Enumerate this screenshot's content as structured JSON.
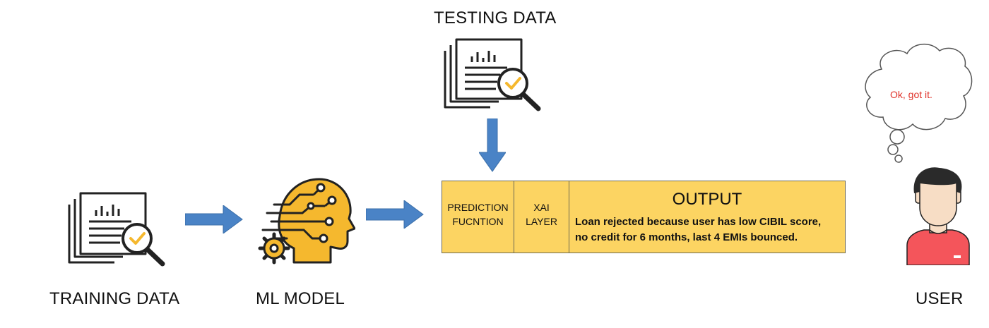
{
  "testing_label": "TESTING DATA",
  "training_label": "TRAINING DATA",
  "model_label": "ML MODEL",
  "user_label": "USER",
  "thought": "Ok, got it.",
  "output_box": {
    "prediction_line1": "PREDICTION",
    "prediction_line2": "FUCNTION",
    "xai_line1": "XAI",
    "xai_line2": "LAYER",
    "output_title": "OUTPUT",
    "output_line1": "Loan rejected because user has low CIBIL score,",
    "output_line2": "no credit for 6 months, last 4 EMIs bounced."
  },
  "colors": {
    "arrow": "#4a83c6",
    "box_fill": "#fcd462",
    "icon_accent": "#f5b82e",
    "cloud_text": "#e0332b",
    "user_shirt": "#f4555b",
    "user_skin": "#f7ddc5"
  },
  "icons": {
    "testing": "report-magnifier-icon",
    "training": "report-magnifier-icon",
    "model": "ai-head-circuit-icon",
    "user": "user-avatar-icon",
    "thought": "thought-cloud-icon"
  }
}
